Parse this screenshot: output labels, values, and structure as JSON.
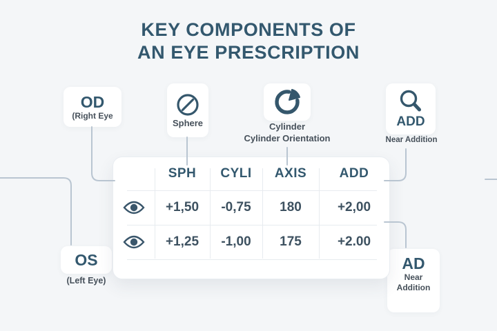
{
  "title": {
    "line1": "KEY COMPONENTS OF",
    "line2": "AN EYE PRESCRIPTION"
  },
  "callouts": {
    "od": {
      "abbr": "OD",
      "desc": "(Right Eye"
    },
    "sphere": {
      "label": "Sphere",
      "icon": "circle-slash-icon"
    },
    "cylinder": {
      "label": "Cylinder",
      "sublabel": "Cylinder Orientation",
      "icon": "pie-chart-icon"
    },
    "add": {
      "abbr": "ADD",
      "desc": "Near Addition",
      "icon": "magnifier-icon"
    },
    "os": {
      "abbr": "OS",
      "desc": "(Left Eye)"
    },
    "ad": {
      "abbr": "AD",
      "desc_line1": "Near",
      "desc_line2": "Addition"
    }
  },
  "table": {
    "headers": [
      "SPH",
      "CYLI",
      "AXIS",
      "ADD"
    ],
    "row_icon": "eye-icon",
    "rows": [
      {
        "sph": "+1,50",
        "cyl": "-0,75",
        "axis": "180",
        "add": "+2,00"
      },
      {
        "sph": "+1,25",
        "cyl": "-1,00",
        "axis": "175",
        "add": "+2.00"
      }
    ]
  },
  "colors": {
    "background": "#f4f6f8",
    "primary_blue": "#33586e",
    "secondary_text": "#46505a",
    "value_text": "#3d5160",
    "connector": "#b9c5d1",
    "divider": "#e7ebef",
    "card": "#ffffff"
  }
}
